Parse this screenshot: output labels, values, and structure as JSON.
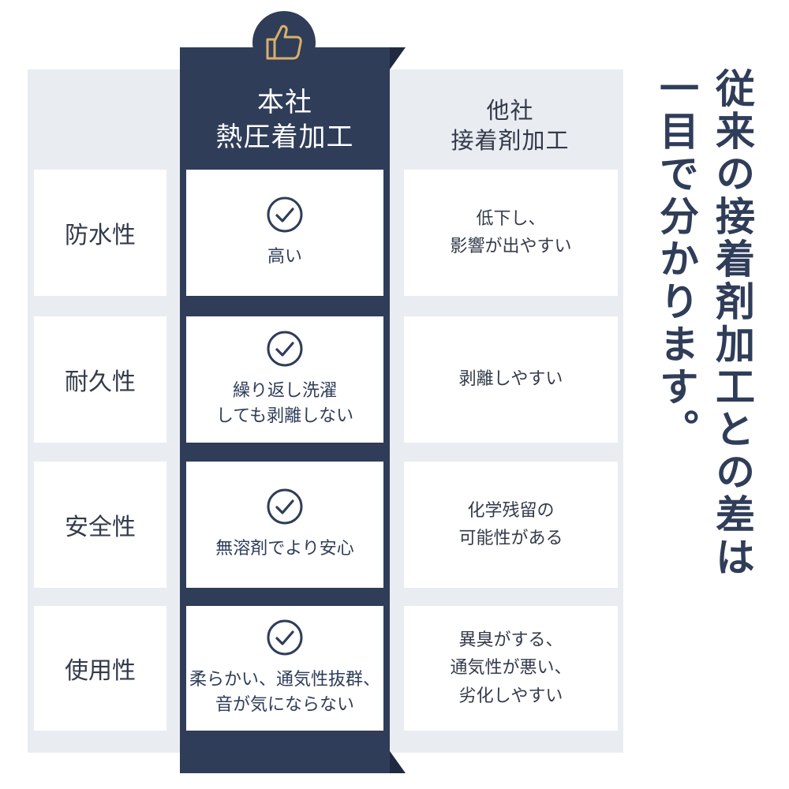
{
  "colors": {
    "accent_dark": "#2f3d59",
    "panel_bg": "#e9edf2",
    "badge_gold": "#d9b06a"
  },
  "badge_icon": "thumbs-up-icon",
  "check_icon": "check-circle-icon",
  "header": {
    "ours": {
      "line1": "本社",
      "line2": "熱圧着加工"
    },
    "theirs": {
      "line1": "他社",
      "line2": "接着剤加工"
    }
  },
  "rows": [
    {
      "label": "防水性",
      "ours": [
        "高い"
      ],
      "theirs": [
        "低下し、",
        "影響が出やすい"
      ]
    },
    {
      "label": "耐久性",
      "ours": [
        "繰り返し洗濯",
        "しても剥離しない"
      ],
      "theirs": [
        "剥離しやすい"
      ]
    },
    {
      "label": "安全性",
      "ours": [
        "無溶剤でより安心"
      ],
      "theirs": [
        "化学残留の",
        "可能性がある"
      ]
    },
    {
      "label": "使用性",
      "ours": [
        "柔らかい、通気性抜群、",
        "音が気にならない"
      ],
      "theirs": [
        "異臭がする、",
        "通気性が悪い、",
        "劣化しやすい"
      ]
    }
  ],
  "side_text": {
    "line1": "従来の接着剤加工との差は",
    "line2": "一目で分かります。"
  }
}
